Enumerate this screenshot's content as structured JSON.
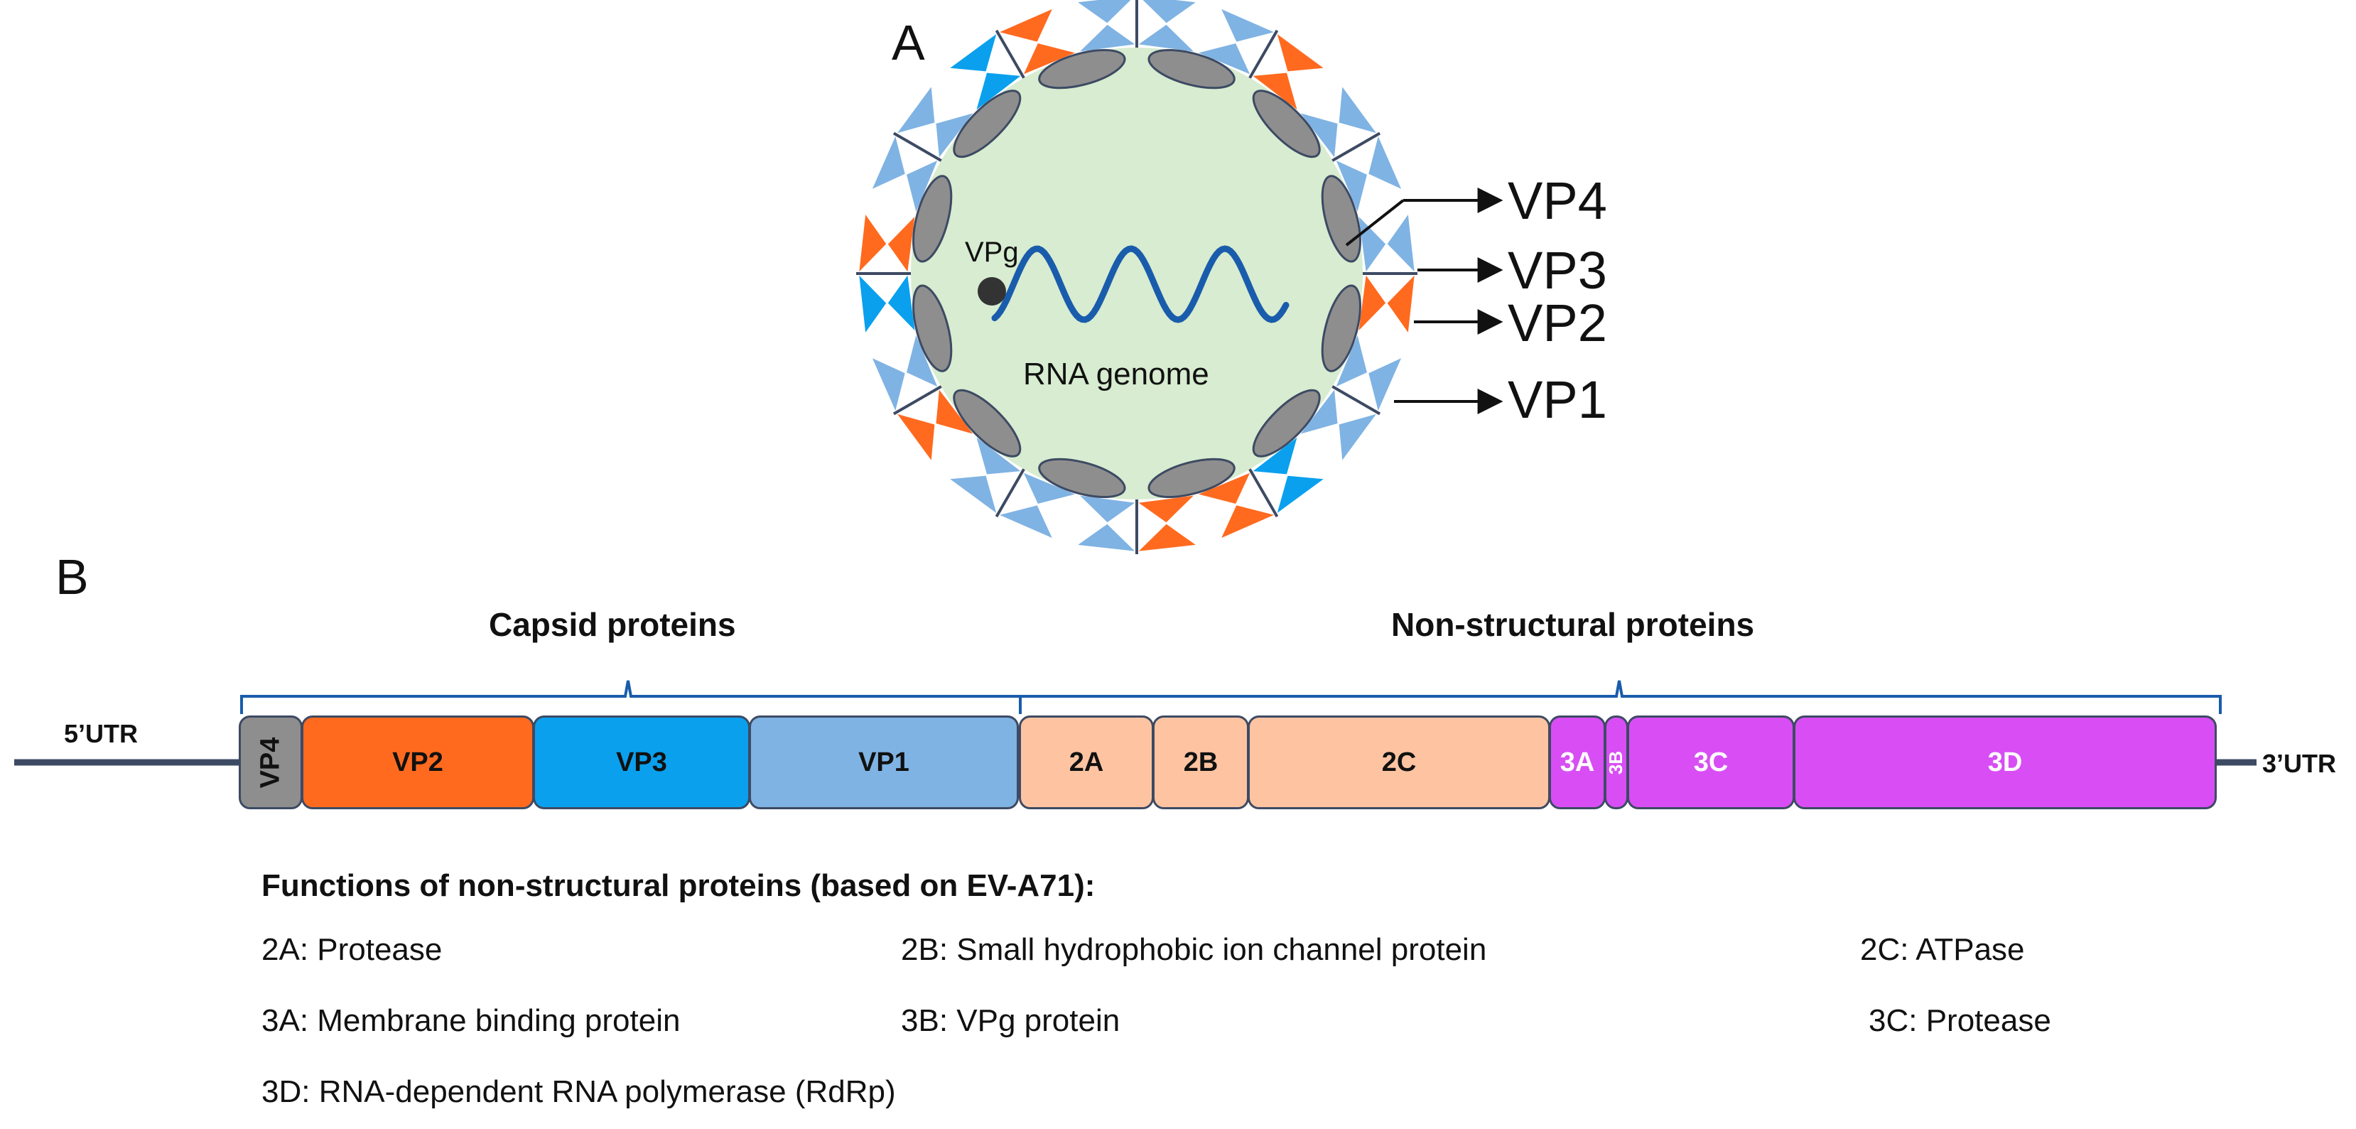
{
  "panel_a": {
    "label": "A",
    "vpg_label": "VPg",
    "rna_label": "RNA genome",
    "callouts": [
      "VP4",
      "VP3",
      "VP2",
      "VP1"
    ]
  },
  "panel_b": {
    "label": "B",
    "capsid_heading": "Capsid proteins",
    "nonstructural_heading": "Non-structural proteins",
    "utr5": "5’UTR",
    "utr3": "3’UTR",
    "segments": [
      {
        "label": "VP4",
        "color": "#8e8e8e",
        "text_color": "#111111"
      },
      {
        "label": "VP2",
        "color": "#ff6a1f",
        "text_color": "#111111"
      },
      {
        "label": "VP3",
        "color": "#0aa0ee",
        "text_color": "#111111"
      },
      {
        "label": "VP1",
        "color": "#7fb3e3",
        "text_color": "#111111"
      },
      {
        "label": "2A",
        "color": "#fec4a2",
        "text_color": "#111111"
      },
      {
        "label": "2B",
        "color": "#fec4a2",
        "text_color": "#111111"
      },
      {
        "label": "2C",
        "color": "#fec4a2",
        "text_color": "#111111"
      },
      {
        "label": "3A",
        "color": "#d84ef4",
        "text_color": "#ffffff"
      },
      {
        "label": "3B",
        "color": "#d84ef4",
        "text_color": "#ffffff"
      },
      {
        "label": "3C",
        "color": "#d84ef4",
        "text_color": "#ffffff"
      },
      {
        "label": "3D",
        "color": "#d84ef4",
        "text_color": "#ffffff"
      }
    ]
  },
  "functions": {
    "title": "Functions of non-structural proteins (based on EV-A71):",
    "items": [
      "2A: Protease",
      "2B: Small hydrophobic ion channel protein",
      "2C: ATPase",
      "3A: Membrane binding protein",
      "3B: VPg protein",
      "3C: Protease",
      "3D: RNA-dependent RNA polymerase (RdRp)"
    ]
  },
  "colors": {
    "vp1": "#7fb3e3",
    "vp2": "#ff6a1f",
    "vp3": "#0aa0ee",
    "vp4": "#8e8e8e",
    "interior": "#d7ecd0",
    "rna": "#1a5cac",
    "bracket": "#1a5cac",
    "genome_line": "#3d4a63"
  }
}
